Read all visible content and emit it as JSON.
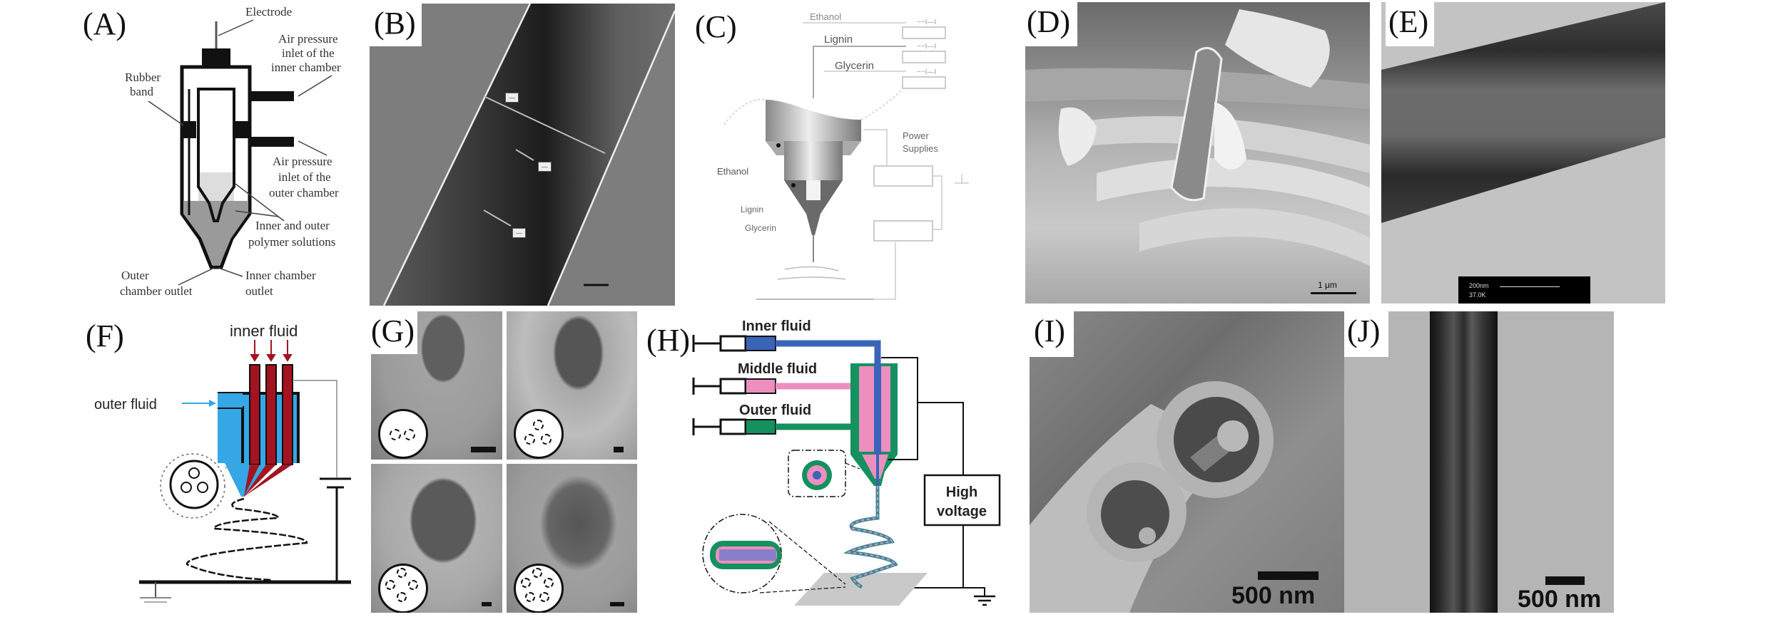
{
  "figure": {
    "panels": {
      "A": {
        "label": "(A)",
        "type": "schematic",
        "annotations": {
          "electrode": "Electrode",
          "air_inner_1": "Air pressure",
          "air_inner_2": "inlet of the",
          "air_inner_3": "inner chamber",
          "rubber_1": "Rubber",
          "rubber_2": "band",
          "air_outer_1": "Air pressure",
          "air_outer_2": "inlet of the",
          "air_outer_3": "outer chamber",
          "solutions_1": "Inner and outer",
          "solutions_2": "polymer solutions",
          "outer_outlet_1": "Outer",
          "outer_outlet_2": "chamber outlet",
          "inner_outlet_1": "Inner chamber",
          "inner_outlet_2": "outlet"
        }
      },
      "B": {
        "label": "(B)",
        "type": "TEM micrograph",
        "measurements": [
          "—",
          "—",
          "—"
        ]
      },
      "C": {
        "label": "(C)",
        "type": "schematic",
        "annotations": {
          "ethanol_top": "Ethanol",
          "lignin_top": "Lignin",
          "glycerin_top": "Glycerin",
          "power": "Power",
          "supplies": "Supplies",
          "ethanol_side": "Ethanol",
          "lignin_side": "Lignin",
          "glycerin_side": "Glycerin"
        }
      },
      "D": {
        "label": "(D)",
        "type": "SEM micrograph",
        "scale_bar": "1 μm"
      },
      "E": {
        "label": "(E)",
        "type": "TEM micrograph",
        "scale_bar": "200nm",
        "scale_info": "37.0K"
      },
      "F": {
        "label": "(F)",
        "type": "schematic",
        "annotations": {
          "inner": "inner fluid",
          "outer": "outer fluid"
        },
        "colors": {
          "inner": "#a31420",
          "outer": "#35a7e6"
        }
      },
      "G": {
        "label": "(G)",
        "type": "SEM micrograph grid",
        "subpanels": [
          {
            "channels": 2
          },
          {
            "channels": 3
          },
          {
            "channels": 4
          },
          {
            "channels": 5
          }
        ]
      },
      "H": {
        "label": "(H)",
        "type": "schematic",
        "annotations": {
          "inner": "Inner fluid",
          "middle": "Middle fluid",
          "outer": "Outer fluid",
          "hv_1": "High",
          "hv_2": "voltage"
        },
        "colors": {
          "inner": "#3a64b8",
          "middle": "#ec8fbf",
          "outer": "#14915f"
        }
      },
      "I": {
        "label": "(I)",
        "type": "SEM micrograph",
        "scale_bar": "500 nm"
      },
      "J": {
        "label": "(J)",
        "type": "TEM micrograph",
        "scale_bar": "500 nm"
      }
    }
  }
}
